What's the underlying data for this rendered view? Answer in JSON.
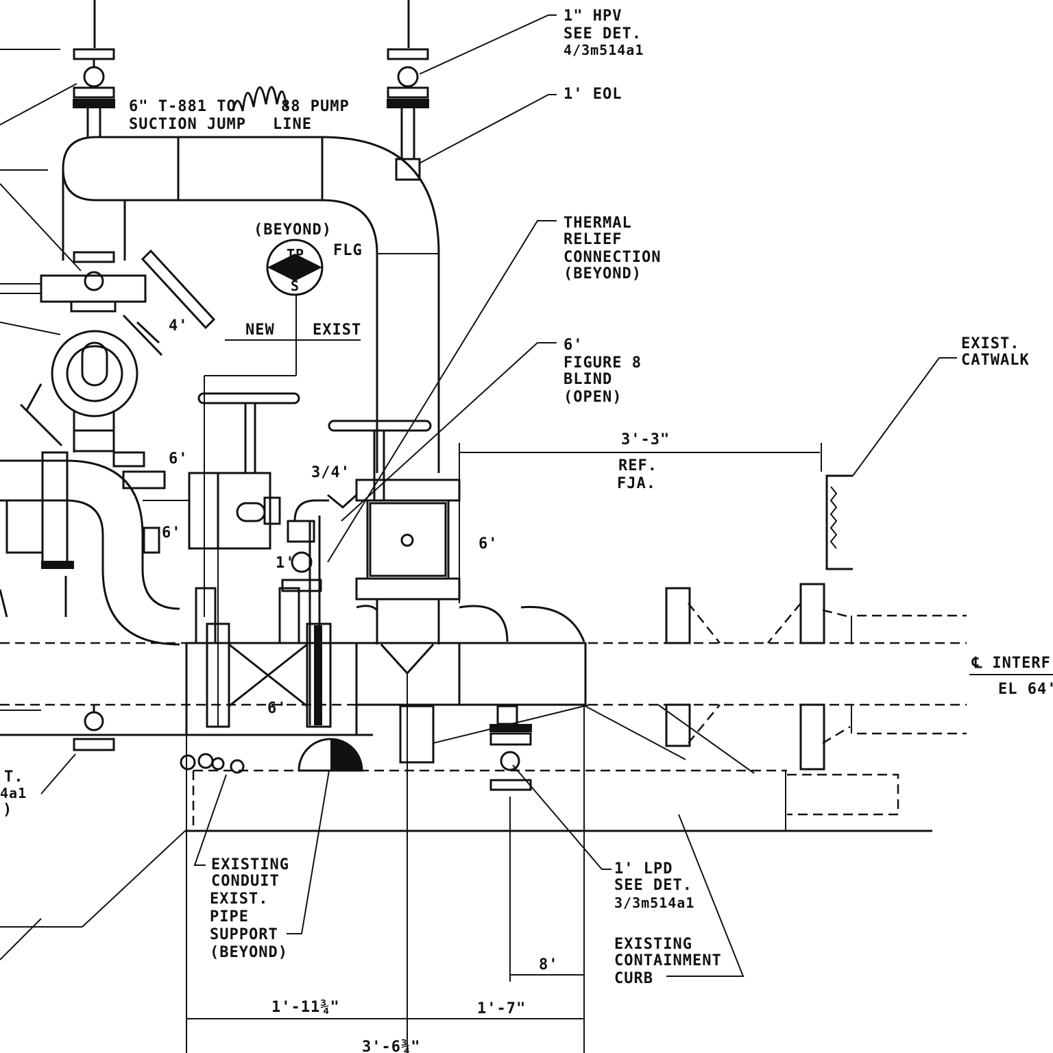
{
  "labels": {
    "hpv": [
      "1\" HPV",
      "SEE DET.",
      "4/3m514a1"
    ],
    "eol": "1' EOL",
    "suction_left": [
      "6\" T-881 TO",
      "SUCTION JUMP"
    ],
    "suction_right": [
      "88 PUMP",
      "LINE"
    ],
    "beyond_top": "(BEYOND)",
    "flg": "FLG",
    "tp_top": "TP",
    "tp_bottom": "S",
    "four": "4'",
    "new": "NEW",
    "exist": "EXIST",
    "thermal": [
      "THERMAL",
      "RELIEF",
      "CONNECTION",
      "(BEYOND)"
    ],
    "figure8": [
      "6'",
      "FIGURE 8",
      "BLIND",
      "(OPEN)"
    ],
    "catwalk": [
      "EXIST.",
      "CATWALK"
    ],
    "dim_339": "3'-3\"",
    "ref": [
      "REF.",
      "FJA."
    ],
    "three_quarter": "3/4'",
    "six_a": "6'",
    "six_b": "6'",
    "six_c": "6'",
    "six_d": "6'",
    "one": "1'",
    "interf": "℄ INTERF",
    "el": "EL 64'",
    "left_det": [
      "T.",
      "4a1",
      ")"
    ],
    "conduit": [
      "EXISTING",
      "CONDUIT"
    ],
    "pipe_support": [
      "EXIST.",
      "PIPE",
      "SUPPORT",
      "(BEYOND)"
    ],
    "lpd": [
      "1' LPD",
      "SEE DET.",
      "3/3m514a1"
    ],
    "curb": [
      "EXISTING",
      "CONTAINMENT",
      "CURB"
    ],
    "eight": "8'",
    "dim_1113": "1'-11¾\"",
    "dim_17": "1'-7\"",
    "dim_bottom": "3'-6¾\""
  }
}
